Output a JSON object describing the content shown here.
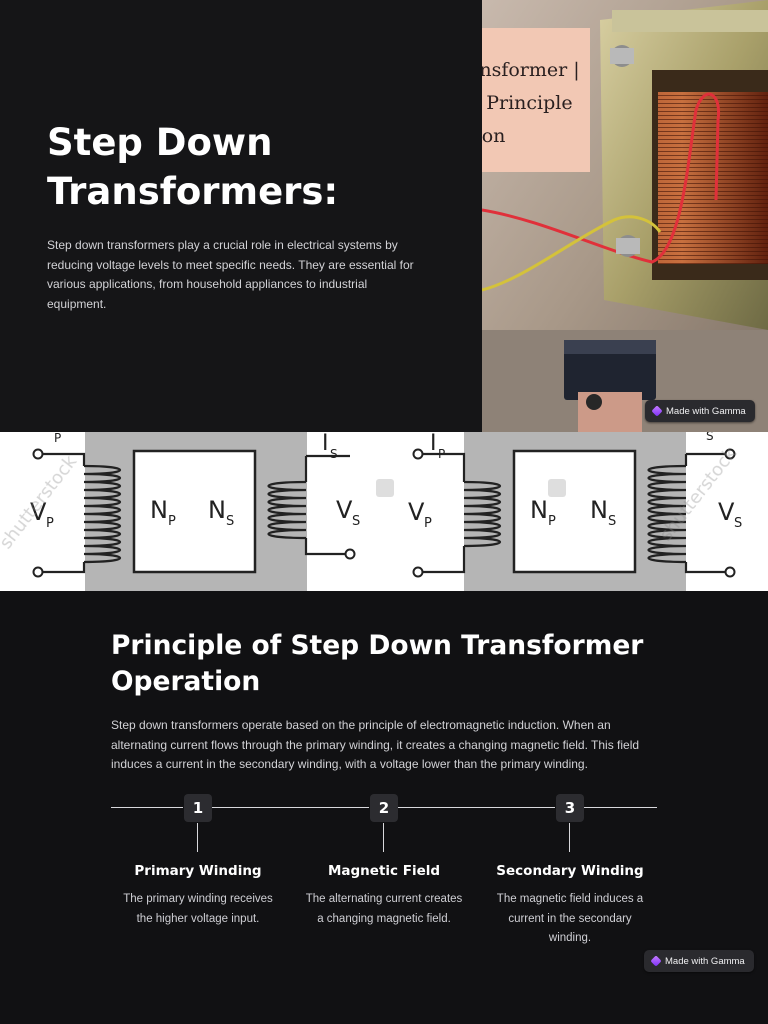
{
  "slide1": {
    "title": "Step Down Transformers:",
    "body": "Step down transformers play a crucial role in electrical systems by reducing voltage levels to meet specific needs. They are essential for various applications, from household appliances to industrial equipment.",
    "photo_caption": {
      "line1": "ansformer |",
      "line2": "g Principle",
      "line3": "tion"
    }
  },
  "badge_label": "Made with Gamma",
  "diagram": {
    "primary_current": "I",
    "primary_current_sub": "P",
    "secondary_current": "I",
    "secondary_current_sub": "S",
    "primary_voltage": "V",
    "primary_voltage_sub": "P",
    "secondary_voltage": "V",
    "secondary_voltage_sub": "S",
    "primary_turns": "N",
    "primary_turns_sub": "P",
    "secondary_turns": "N",
    "secondary_turns_sub": "S",
    "watermark": "shutterstock"
  },
  "slide2": {
    "title": "Principle of Step Down Transformer Operation",
    "body": "Step down transformers operate based on the principle of electromagnetic induction. When an alternating current flows through the primary winding, it creates a changing magnetic field. This field induces a current in the secondary winding, with a voltage lower than the primary winding.",
    "steps": [
      {
        "number": "1",
        "title": "Primary Winding",
        "desc": "The primary winding receives the higher voltage input."
      },
      {
        "number": "2",
        "title": "Magnetic Field",
        "desc": "The alternating current creates a changing magnetic field."
      },
      {
        "number": "3",
        "title": "Secondary Winding",
        "desc": "The magnetic field induces a current in the secondary winding."
      }
    ]
  },
  "colors": {
    "background": "#111113",
    "title": "#ffffff",
    "body_text": "#d2d2d6",
    "step_box": "#2c2c30",
    "gamma_accent": "#a855f7"
  },
  "icons": {
    "badge": "gamma-logo-icon"
  }
}
